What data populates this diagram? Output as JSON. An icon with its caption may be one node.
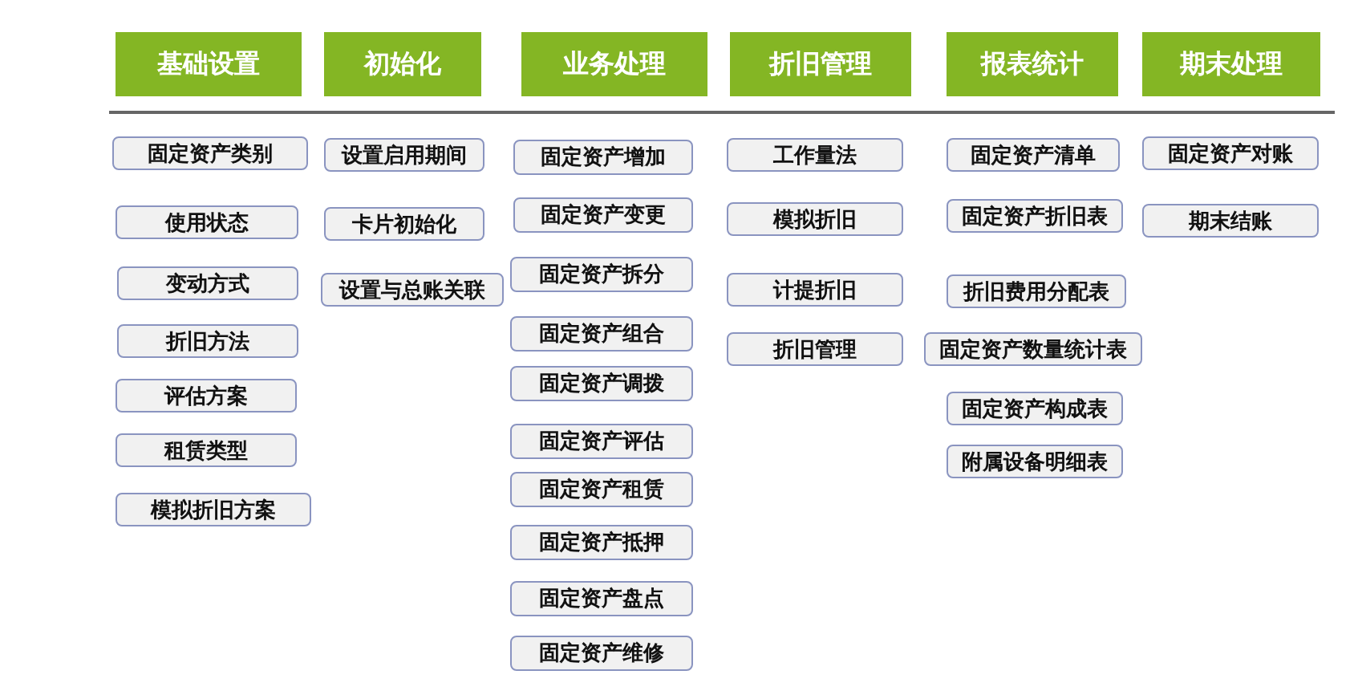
{
  "diagram": {
    "nodes": [
      {
        "text": [
          "基础设置"
        ]
      },
      {
        "text": [
          "初始化"
        ]
      },
      {
        "text": [
          "业务处理"
        ]
      },
      {
        "text": [
          "折旧管理"
        ]
      },
      {
        "text": [
          "报表统计"
        ]
      },
      {
        "text": [
          "期末处理"
        ]
      },
      {
        "text": [
          "固定资产类别"
        ]
      },
      {
        "text": [
          "使用状态"
        ]
      },
      {
        "text": [
          "变动方式"
        ]
      },
      {
        "text": [
          "折旧方法"
        ]
      },
      {
        "text": [
          "评估方案"
        ]
      },
      {
        "text": [
          "租赁类型"
        ]
      },
      {
        "text": [
          "模拟折旧方案"
        ]
      },
      {
        "text": [
          "设置启用期间"
        ]
      },
      {
        "text": [
          "卡片初始化"
        ]
      },
      {
        "text": [
          "设置与总账关联"
        ]
      },
      {
        "text": [
          "固定资产增加"
        ]
      },
      {
        "text": [
          "固定资产变更"
        ]
      },
      {
        "text": [
          "固定资产拆分"
        ]
      },
      {
        "text": [
          "固定资产组合"
        ]
      },
      {
        "text": [
          "固定资产调拨"
        ]
      },
      {
        "text": [
          "固定资产评估"
        ]
      },
      {
        "text": [
          "固定资产租赁"
        ]
      },
      {
        "text": [
          "固定资产抵押"
        ]
      },
      {
        "text": [
          "固定资产盘点"
        ]
      },
      {
        "text": [
          "固定资产维修"
        ]
      },
      {
        "text": [
          "工作量法"
        ]
      },
      {
        "text": [
          "模拟折旧"
        ]
      },
      {
        "text": [
          "计提折旧"
        ]
      },
      {
        "text": [
          "折旧管理"
        ]
      },
      {
        "text": [
          "固定资产清单"
        ]
      },
      {
        "text": [
          "固定资产折旧表"
        ]
      },
      {
        "text": [
          "折旧费用分配表"
        ]
      },
      {
        "text": [
          "固定资产数量统计表"
        ]
      },
      {
        "text": [
          "固定资产构成表"
        ]
      },
      {
        "text": [
          "附属设备明细表"
        ]
      },
      {
        "text": [
          "固定资产对账"
        ]
      },
      {
        "text": [
          "期末结账"
        ]
      }
    ]
  }
}
